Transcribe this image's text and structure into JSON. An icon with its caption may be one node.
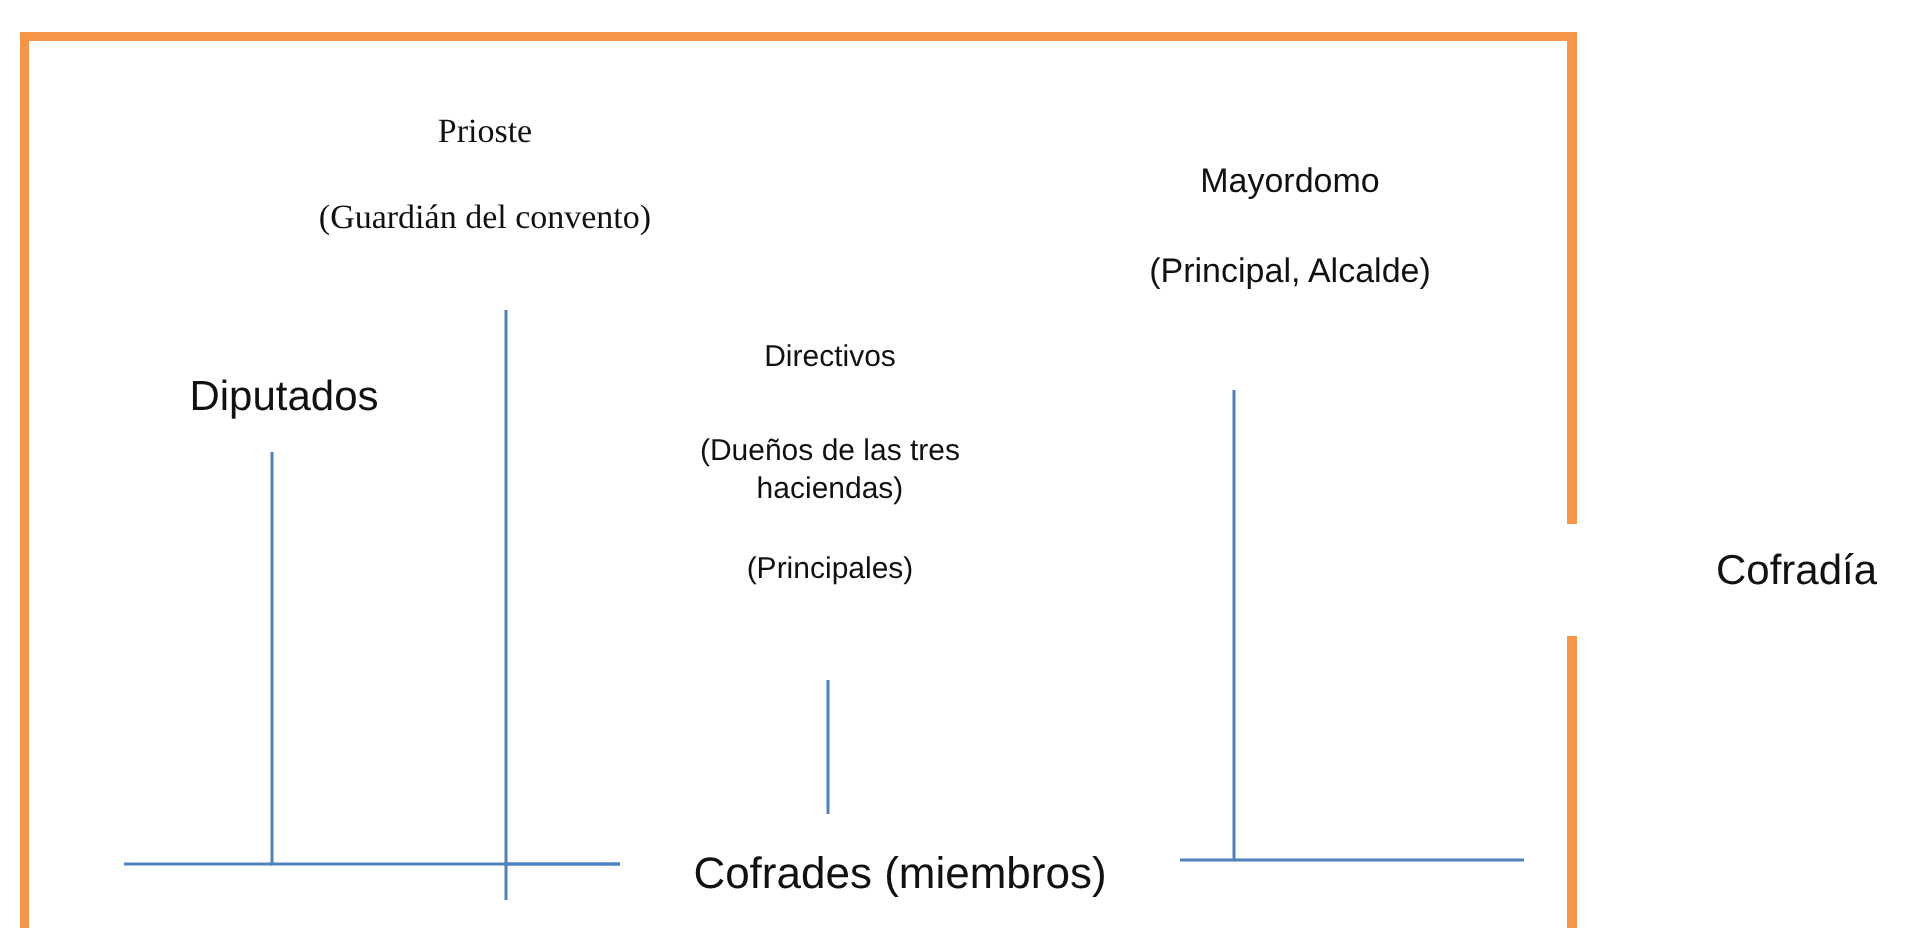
{
  "diagram": {
    "nodes": [
      {
        "text": [
          "Cofradía"
        ]
      },
      {
        "text": [
          "Prioste",
          "(Guardián del convento)"
        ],
        "in": 0
      },
      {
        "text": [
          "Mayordomo",
          "(Principal, Alcalde)"
        ],
        "in": 0
      },
      {
        "text": [
          "Diputados"
        ],
        "in": 0
      },
      {
        "text": [
          "Directivos",
          "(Dueños de las tres haciendas)",
          "(Principales)"
        ],
        "in": 0
      },
      {
        "text": [
          "Cofrades (miembros)"
        ],
        "in": 0
      }
    ],
    "edges": [
      {
        "from": 3,
        "to": 5,
        "arrow": "none"
      },
      {
        "from": 1,
        "to": 5,
        "arrow": "none"
      },
      {
        "from": 4,
        "to": 5,
        "arrow": "none"
      },
      {
        "from": 2,
        "to": 5,
        "arrow": "none"
      }
    ]
  }
}
